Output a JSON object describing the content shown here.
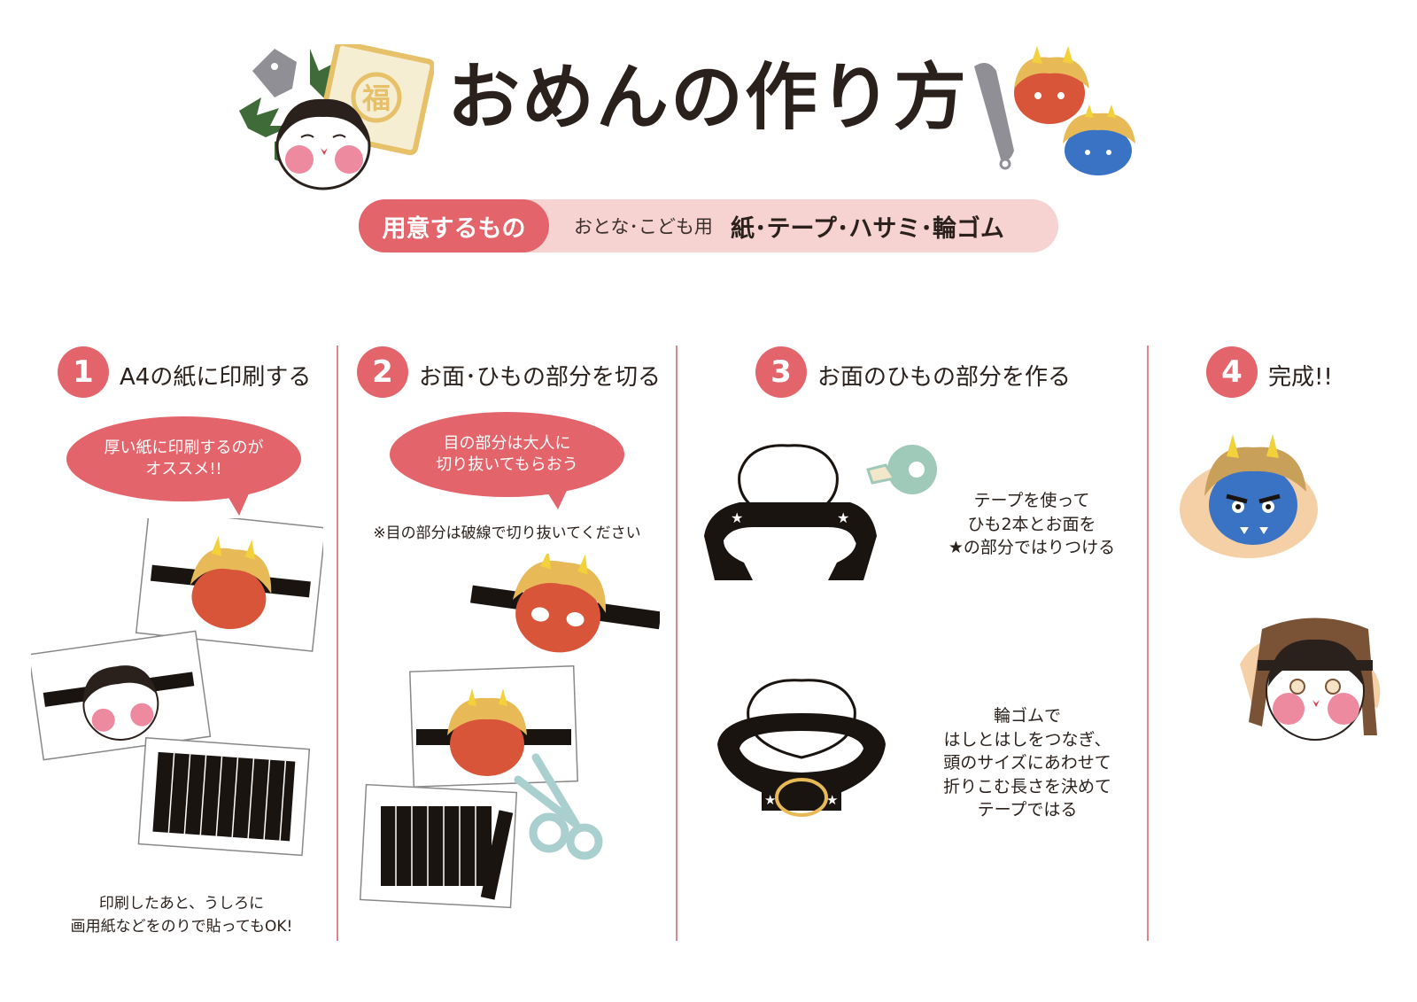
{
  "header": {
    "title": "おめんの作り方",
    "needs_label": "用意するもの",
    "needs_for": "おとな･こども用",
    "needs_items": "紙･テープ･ハサミ･輪ゴム",
    "fuku_char": "福"
  },
  "steps": [
    {
      "num": "1",
      "title": "A4の紙に印刷する",
      "bubble": "厚い紙に印刷するのが\nオススメ!!",
      "note": "印刷したあと、うしろに\n画用紙などをのりで貼ってもOK!"
    },
    {
      "num": "2",
      "title": "お面･ひもの部分を切る",
      "bubble": "目の部分は大人に\n切り抜いてもらおう",
      "note": "※目の部分は破線で切り抜いてください"
    },
    {
      "num": "3",
      "title": "お面のひもの部分を作る",
      "desc1": "テープを使って\nひも2本とお面を\n★の部分ではりつける",
      "desc2": "輪ゴムで\nはしとはしをつなぎ、\n頭のサイズにあわせて\n折りこむ長さを決めて\nテープではる"
    },
    {
      "num": "4",
      "title": "完成!!"
    }
  ],
  "colors": {
    "accent": "#e3646a",
    "accent_light": "#f6d2d1",
    "hair": "#e8b957",
    "red_oni": "#d9553a",
    "blue_oni": "#3a73c4"
  }
}
